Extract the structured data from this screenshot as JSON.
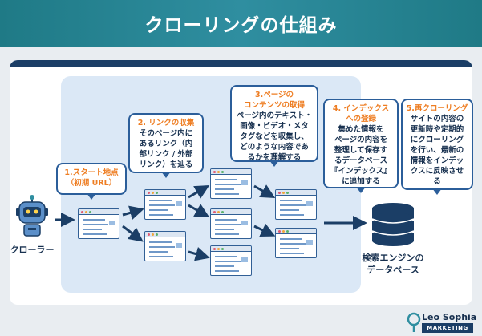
{
  "title": "クローリングの仕組み",
  "crawler_label": "クローラー",
  "database_label": "検索エンジンの\nデータベース",
  "steps": [
    {
      "title": "1.スタート地点\n（初期 URL）",
      "body": ""
    },
    {
      "title": "2. リンクの収集",
      "body": "そのページ内に\nあるリンク（内\n部リンク / 外部\nリンク）を辿る"
    },
    {
      "title": "3.ページの\nコンテンツの取得",
      "body": "ページ内のテキスト・\n画像・ビデオ・メタ\nタグなどを収集し、\nどのような内容であ\nるかを理解する"
    },
    {
      "title": "4. インデックス\nへの登録",
      "body": "集めた情報を\nページの内容を\n整理して保存す\nるデータベース\n『インデックス』\nに追加する"
    },
    {
      "title": "5.再クローリング",
      "body": "サイトの内容の\n更新時や定期的\nにクローリング\nを行い、最新の\n情報をインデッ\nクスに反映させ\nる"
    }
  ],
  "logo": {
    "name": "Leo Sophia",
    "badge": "MARKETING"
  },
  "colors": {
    "header": "#2f8ea0",
    "accent": "#ee7d22",
    "navy": "#1b3e66",
    "flow_bg": "#dbe8f6"
  }
}
